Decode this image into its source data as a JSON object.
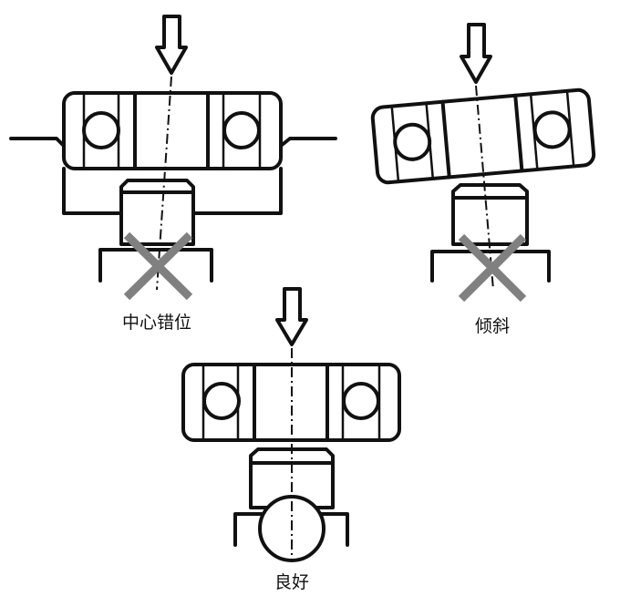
{
  "colors": {
    "line": "#111111",
    "cross": "#808080",
    "background": "#ffffff"
  },
  "panels": {
    "center_misalignment": {
      "label": "中心错位",
      "status": "bad"
    },
    "tilt": {
      "label": "倾斜",
      "status": "bad"
    },
    "good": {
      "label": "良好",
      "status": "good"
    }
  }
}
